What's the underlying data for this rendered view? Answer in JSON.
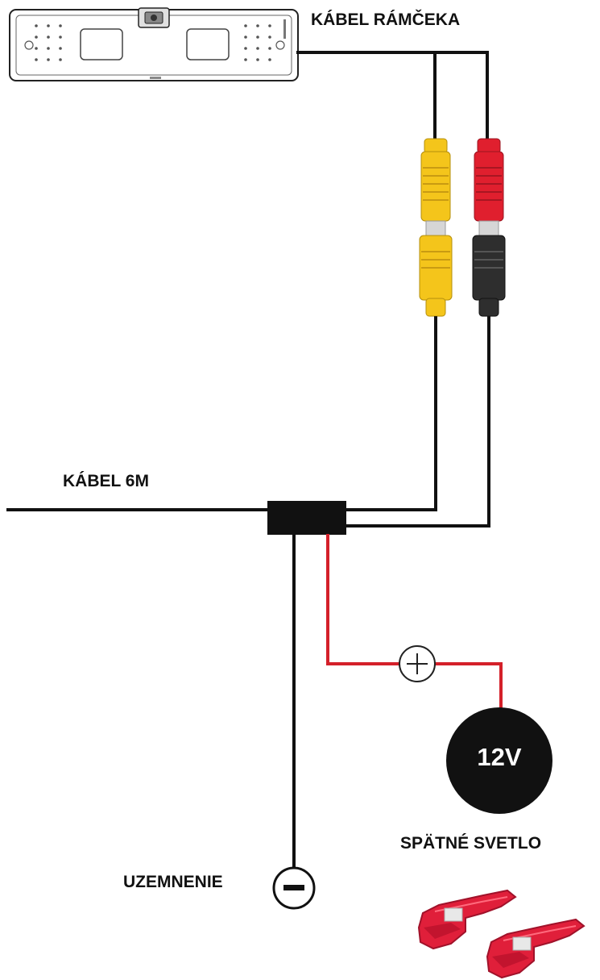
{
  "labels": {
    "frame_cable": "KÁBEL RÁMČEKA",
    "cable_6m": "KÁBEL 6M",
    "reverse_light": "SPÄTNÉ SVETLO",
    "ground": "UZEMNENIE",
    "voltage": "12V"
  },
  "symbols": {
    "positive": "plus-sign",
    "negative": "minus-sign"
  },
  "colors": {
    "wire": "#111111",
    "power_wire": "#d4202a",
    "rca_video": "#f4c51b",
    "rca_power": "#e01f2e",
    "rca_power_tail": "#2e2e2e",
    "connector_clip": "#e01f3a"
  }
}
